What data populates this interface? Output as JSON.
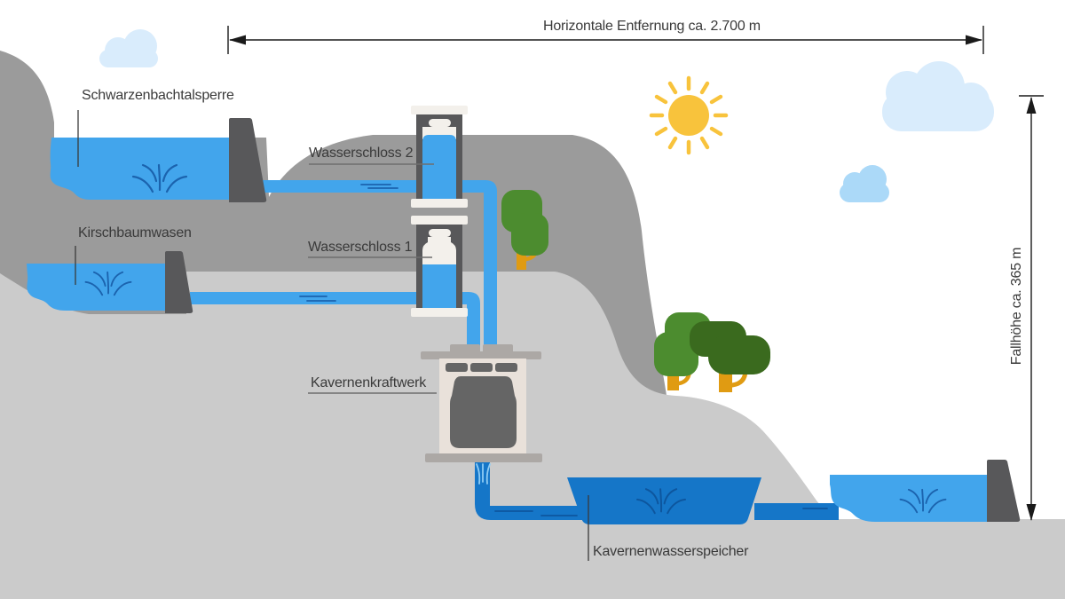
{
  "diagram": {
    "measurements": {
      "horizontal_distance": "Horizontale Entfernung ca. 2.700 m",
      "fall_height": "Fallhöhe ca. 365 m"
    },
    "labels": {
      "upper_reservoir": "Schwarzenbachtalsperre",
      "middle_reservoir": "Kirschbaumwasen",
      "surge_tank_2": "Wasserschloss 2",
      "surge_tank_1": "Wasserschloss 1",
      "cavern_power_plant": "Kavernenkraftwerk",
      "cavern_water_storage": "Kavernenwasserspeicher"
    },
    "icons": {
      "sun": "sun-icon",
      "cloud": "cloud-icon",
      "tree": "tree-icon",
      "water_spray": "water-spray-icon"
    }
  },
  "colors": {
    "water-light": "#42A5EC",
    "water-dark": "#1576C8",
    "water-stroke": "#1B63AE",
    "water-stroke-dark": "#0D569E",
    "water-spray-light": "#8FCCF4",
    "mountain": "#9B9B9B",
    "ground": "#CBCBCB",
    "structure": "#58585A",
    "building": "#E9E1DA",
    "building-trim": "#ACA8A5",
    "machine": "#656565",
    "cap-white": "#F3F0EB",
    "sun": "#F8C33C",
    "cloud": "#D9ECFC",
    "cloud-small": "#ABD9F8",
    "tree-light": "#4C8C2F",
    "tree-dark": "#3A6A1E",
    "trunk": "#E09B12",
    "underline": "#6E6E6E",
    "text": "#3A3A3A",
    "line": "#1A1A1A"
  }
}
